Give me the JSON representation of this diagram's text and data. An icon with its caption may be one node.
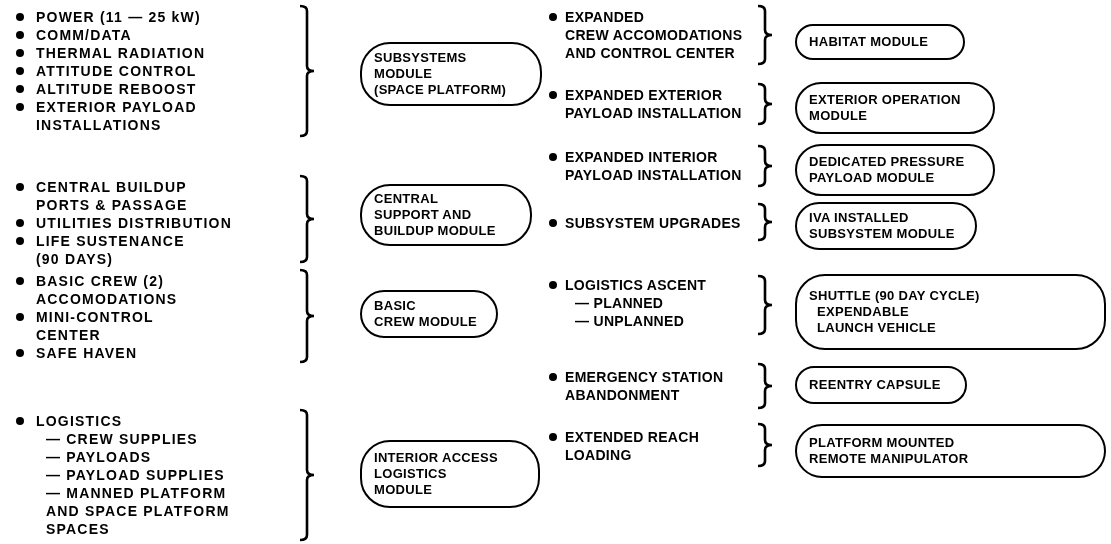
{
  "diagram": {
    "nodes": [
      {
        "text": [
          "SUBSYSTEMS MODULE (SPACE PLATFORM)"
        ]
      },
      {
        "text": [
          "CENTRAL SUPPORT AND BUILDUP MODULE"
        ]
      },
      {
        "text": [
          "BASIC CREW MODULE"
        ]
      },
      {
        "text": [
          "INTERIOR ACCESS LOGISTICS MODULE"
        ]
      },
      {
        "text": [
          "HABITAT MODULE"
        ]
      },
      {
        "text": [
          "EXTERIOR OPERATION MODULE"
        ]
      },
      {
        "text": [
          "DEDICATED PRESSURE PAYLOAD MODULE"
        ]
      },
      {
        "text": [
          "IVA INSTALLED SUBSYSTEM MODULE"
        ]
      },
      {
        "text": [
          "SHUTTLE (90 DAY CYCLE)",
          "EXPENDABLE LAUNCH VEHICLE"
        ]
      },
      {
        "text": [
          "REENTRY CAPSULE"
        ]
      },
      {
        "text": [
          "PLATFORM MOUNTED REMOTE MANIPULATOR"
        ]
      }
    ],
    "labels": [
      "POWER (11 — 25 kW)",
      "COMM/DATA",
      "THERMAL RADIATION",
      "ATTITUDE CONTROL",
      "ALTITUDE REBOOST",
      "EXTERIOR PAYLOAD INSTALLATIONS",
      "CENTRAL BUILDUP PORTS & PASSAGE",
      "UTILITIES DISTRIBUTION",
      "LIFE SUSTENANCE (90 DAYS)",
      "BASIC CREW (2) ACCOMODATIONS",
      "MINI-CONTROL CENTER",
      "SAFE HAVEN",
      "LOGISTICS",
      "— CREW SUPPLIES",
      "— PAYLOADS",
      "— PAYLOAD SUPPLIES",
      "— MANNED PLATFORM AND SPACE PLATFORM SPACES",
      "EXPANDED CREW ACCOMODATIONS AND CONTROL CENTER",
      "EXPANDED EXTERIOR PAYLOAD INSTALLATION",
      "EXPANDED INTERIOR PAYLOAD INSTALLATION",
      "SUBSYSTEM UPGRADES",
      "LOGISTICS ASCENT",
      "— PLANNED",
      "— UNPLANNED",
      "EMERGENCY STATION ABANDONMENT",
      "EXTENDED REACH LOADING"
    ]
  }
}
